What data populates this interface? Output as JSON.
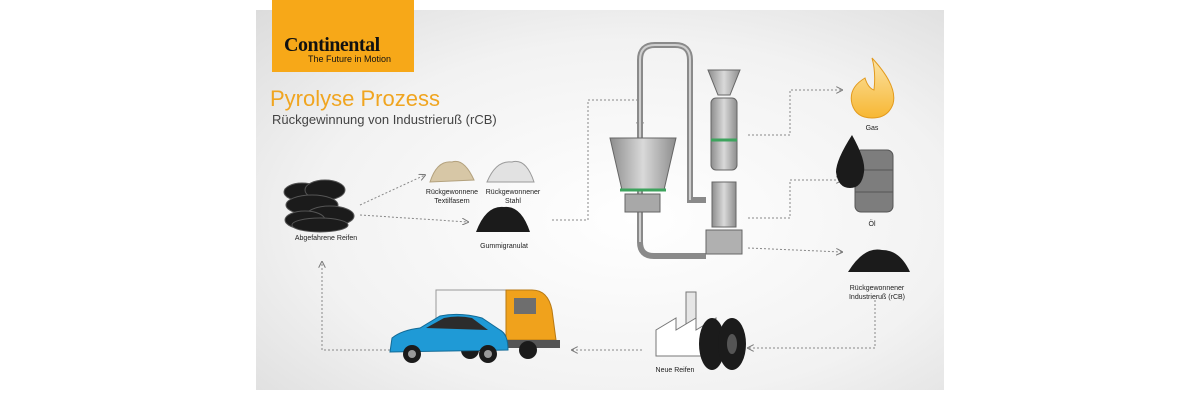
{
  "brand": {
    "name": "Continental",
    "tagline": "The Future in Motion"
  },
  "heading": {
    "title": "Pyrolyse Prozess",
    "subtitle": "Rückgewinnung von Industrieruß (rCB)"
  },
  "labels": {
    "old_tires": "Abgefahrene  Reifen",
    "textile": "Rückgewonnene Textilfasern",
    "steel": "Rückgewonnener Stahl",
    "rubber": "Gummigranulat",
    "gas": "Gas",
    "oil": "Öl",
    "rcb": "Rückgewonnener Industrieruß (rCB)",
    "new_tires": "Neue Reifen"
  },
  "colors": {
    "accent": "#f7a818",
    "car": "#1f9ad6",
    "truck": "#f0a21c",
    "band": "#3da35d"
  }
}
